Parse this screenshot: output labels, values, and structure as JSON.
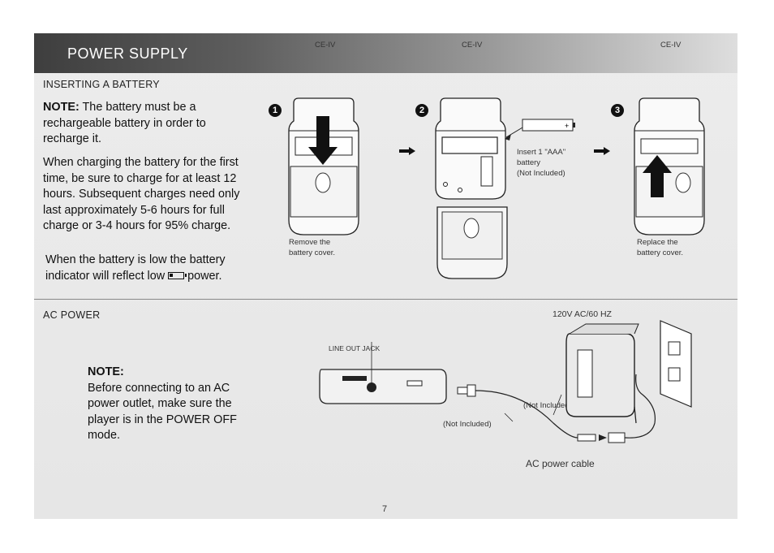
{
  "header": {
    "title": "POWER SUPPLY"
  },
  "battery_section": {
    "heading": "INSERTING A BATTERY",
    "note_label": "NOTE:",
    "note_text": " The battery must be a rechargeable battery in order to recharge it.",
    "charging_text": "When charging the battery for the first time, be sure to charge for at least 12 hours. Subsequent charges need only last approximately 5-6 hours for full charge or 3-4 hours for 95% charge.",
    "low_text_before": "When the battery is low the battery indicator will reflect low",
    "low_text_after": "power.",
    "steps": [
      {
        "number": "1",
        "caption_1": "Remove the",
        "caption_2": "battery cover."
      },
      {
        "number": "2",
        "caption_1": "Insert 1 \"AAA\"",
        "caption_2": "battery",
        "caption_3": "(Not Included)"
      },
      {
        "number": "3",
        "caption_1": "Replace the",
        "caption_2": "battery cover."
      }
    ],
    "device_label": "CE-IV"
  },
  "ac_section": {
    "heading": "AC POWER",
    "note_label": "NOTE:",
    "note_text": "Before connecting to an AC power outlet, make sure the player is in the POWER OFF mode.",
    "outlet_label": "120V AC/60 HZ",
    "jack_label": "LINE OUT JACK",
    "not_included_1": "(Not Included)",
    "not_included_2": "(Not Included)",
    "cable_label": "AC power cable"
  },
  "page_number": "7"
}
